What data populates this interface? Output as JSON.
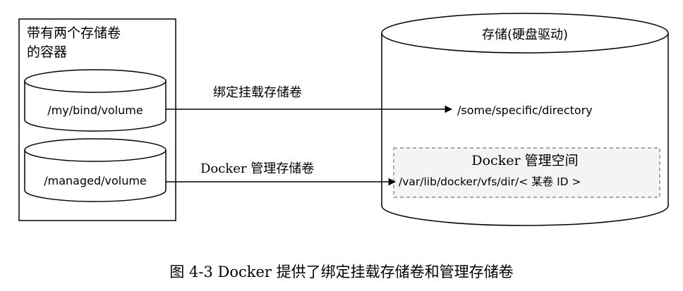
{
  "container": {
    "title_line1": "带有两个存储卷",
    "title_line2": "的容器",
    "volume1_path": "/my/bind/volume",
    "volume2_path": "/managed/volume"
  },
  "storage": {
    "title": "存储(硬盘驱动)",
    "bind_target": "/some/specific/directory",
    "docker_area_title": "Docker 管理空间",
    "docker_area_path": "/var/lib/docker/vfs/dir/< 某卷 ID >"
  },
  "arrows": {
    "bind_label": "绑定挂载存储卷",
    "managed_label": "Docker 管理存储卷"
  },
  "caption": "图 4-3   Docker 提供了绑定挂载存储卷和管理存储卷"
}
